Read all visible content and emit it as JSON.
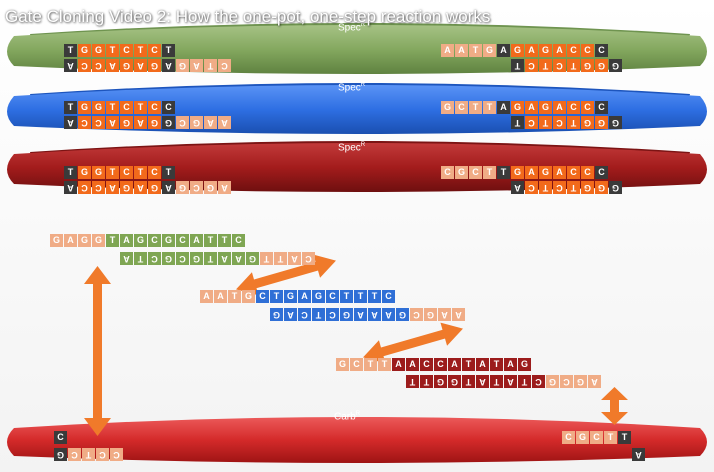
{
  "title": "Gate Cloning Video 2: How the one-pot, one-step reaction works",
  "colors": {
    "orange": "#f26a1b",
    "peach": "#f0ac86",
    "dark": "#3a3a3a",
    "green": "#7fa653",
    "blue": "#2f6fd6",
    "maroon": "#9c1c1c",
    "green_band": "#8fae6d",
    "blue_band": "#2e6fe3",
    "red_band": "#a31c1c",
    "carb_band": "#d42a2a",
    "arrow": "#f07a2a"
  },
  "bands": {
    "green": {
      "label": "Spec",
      "sup": "R"
    },
    "blue": {
      "label": "Spec",
      "sup": "R"
    },
    "red": {
      "label": "Spec",
      "sup": "R"
    },
    "carb": {
      "label": "Carb",
      "sup": "R"
    }
  },
  "sequences": [
    {
      "name": "green-left-top",
      "flip": false,
      "cells": [
        [
          "T",
          "dark"
        ],
        [
          "G",
          "orange"
        ],
        [
          "G",
          "orange"
        ],
        [
          "T",
          "orange"
        ],
        [
          "C",
          "orange"
        ],
        [
          "T",
          "orange"
        ],
        [
          "C",
          "orange"
        ],
        [
          "T",
          "dark"
        ]
      ]
    },
    {
      "name": "green-left-bottom",
      "flip": true,
      "cells": [
        [
          "A",
          "dark"
        ],
        [
          "C",
          "orange"
        ],
        [
          "C",
          "orange"
        ],
        [
          "A",
          "orange"
        ],
        [
          "G",
          "orange"
        ],
        [
          "A",
          "orange"
        ],
        [
          "G",
          "orange"
        ],
        [
          "A",
          "dark"
        ],
        [
          "G",
          "peach"
        ],
        [
          "A",
          "peach"
        ],
        [
          "T",
          "peach"
        ],
        [
          "C",
          "peach"
        ]
      ]
    },
    {
      "name": "green-right-top",
      "flip": false,
      "cells": [
        [
          "A",
          "peach"
        ],
        [
          "A",
          "peach"
        ],
        [
          "T",
          "peach"
        ],
        [
          "G",
          "peach"
        ],
        [
          "A",
          "dark"
        ],
        [
          "G",
          "orange"
        ],
        [
          "A",
          "orange"
        ],
        [
          "G",
          "orange"
        ],
        [
          "A",
          "orange"
        ],
        [
          "C",
          "orange"
        ],
        [
          "C",
          "orange"
        ],
        [
          "C",
          "dark"
        ]
      ]
    },
    {
      "name": "green-right-bottom",
      "flip": true,
      "cells": [
        [
          "T",
          "dark"
        ],
        [
          "C",
          "orange"
        ],
        [
          "T",
          "orange"
        ],
        [
          "C",
          "orange"
        ],
        [
          "T",
          "orange"
        ],
        [
          "G",
          "orange"
        ],
        [
          "G",
          "orange"
        ],
        [
          "G",
          "dark"
        ]
      ]
    },
    {
      "name": "blue-left-top",
      "flip": false,
      "cells": [
        [
          "T",
          "dark"
        ],
        [
          "G",
          "orange"
        ],
        [
          "G",
          "orange"
        ],
        [
          "T",
          "orange"
        ],
        [
          "C",
          "orange"
        ],
        [
          "T",
          "orange"
        ],
        [
          "C",
          "orange"
        ],
        [
          "C",
          "dark"
        ]
      ]
    },
    {
      "name": "blue-left-bottom",
      "flip": true,
      "cells": [
        [
          "A",
          "dark"
        ],
        [
          "C",
          "orange"
        ],
        [
          "C",
          "orange"
        ],
        [
          "A",
          "orange"
        ],
        [
          "G",
          "orange"
        ],
        [
          "A",
          "orange"
        ],
        [
          "G",
          "orange"
        ],
        [
          "G",
          "dark"
        ],
        [
          "C",
          "peach"
        ],
        [
          "G",
          "peach"
        ],
        [
          "A",
          "peach"
        ],
        [
          "A",
          "peach"
        ]
      ]
    },
    {
      "name": "blue-right-top",
      "flip": false,
      "cells": [
        [
          "G",
          "peach"
        ],
        [
          "C",
          "peach"
        ],
        [
          "T",
          "peach"
        ],
        [
          "T",
          "peach"
        ],
        [
          "A",
          "dark"
        ],
        [
          "G",
          "orange"
        ],
        [
          "A",
          "orange"
        ],
        [
          "G",
          "orange"
        ],
        [
          "A",
          "orange"
        ],
        [
          "C",
          "orange"
        ],
        [
          "C",
          "orange"
        ],
        [
          "C",
          "dark"
        ]
      ]
    },
    {
      "name": "blue-right-bottom",
      "flip": true,
      "cells": [
        [
          "T",
          "dark"
        ],
        [
          "C",
          "orange"
        ],
        [
          "T",
          "orange"
        ],
        [
          "C",
          "orange"
        ],
        [
          "T",
          "orange"
        ],
        [
          "G",
          "orange"
        ],
        [
          "G",
          "orange"
        ],
        [
          "G",
          "dark"
        ]
      ]
    },
    {
      "name": "red-left-top",
      "flip": false,
      "cells": [
        [
          "T",
          "dark"
        ],
        [
          "G",
          "orange"
        ],
        [
          "G",
          "orange"
        ],
        [
          "T",
          "orange"
        ],
        [
          "C",
          "orange"
        ],
        [
          "T",
          "orange"
        ],
        [
          "C",
          "orange"
        ],
        [
          "T",
          "dark"
        ]
      ]
    },
    {
      "name": "red-left-bottom",
      "flip": true,
      "cells": [
        [
          "A",
          "dark"
        ],
        [
          "C",
          "orange"
        ],
        [
          "C",
          "orange"
        ],
        [
          "A",
          "orange"
        ],
        [
          "G",
          "orange"
        ],
        [
          "A",
          "orange"
        ],
        [
          "G",
          "orange"
        ],
        [
          "A",
          "dark"
        ],
        [
          "G",
          "peach"
        ],
        [
          "C",
          "peach"
        ],
        [
          "G",
          "peach"
        ],
        [
          "A",
          "peach"
        ]
      ]
    },
    {
      "name": "red-right-top",
      "flip": false,
      "cells": [
        [
          "C",
          "peach"
        ],
        [
          "G",
          "peach"
        ],
        [
          "C",
          "peach"
        ],
        [
          "T",
          "peach"
        ],
        [
          "T",
          "dark"
        ],
        [
          "G",
          "orange"
        ],
        [
          "A",
          "orange"
        ],
        [
          "G",
          "orange"
        ],
        [
          "A",
          "orange"
        ],
        [
          "C",
          "orange"
        ],
        [
          "C",
          "orange"
        ],
        [
          "C",
          "dark"
        ]
      ]
    },
    {
      "name": "red-right-bottom",
      "flip": true,
      "cells": [
        [
          "A",
          "dark"
        ],
        [
          "C",
          "orange"
        ],
        [
          "T",
          "orange"
        ],
        [
          "C",
          "orange"
        ],
        [
          "T",
          "orange"
        ],
        [
          "G",
          "orange"
        ],
        [
          "G",
          "orange"
        ],
        [
          "G",
          "dark"
        ]
      ]
    },
    {
      "name": "frag1-top",
      "flip": false,
      "cells": [
        [
          "G",
          "peach"
        ],
        [
          "A",
          "peach"
        ],
        [
          "G",
          "peach"
        ],
        [
          "G",
          "peach"
        ],
        [
          "T",
          "green"
        ],
        [
          "A",
          "green"
        ],
        [
          "G",
          "green"
        ],
        [
          "C",
          "green"
        ],
        [
          "G",
          "green"
        ],
        [
          "C",
          "green"
        ],
        [
          "A",
          "green"
        ],
        [
          "T",
          "green"
        ],
        [
          "T",
          "green"
        ],
        [
          "C",
          "green"
        ]
      ]
    },
    {
      "name": "frag1-bottom",
      "flip": true,
      "cells": [
        [
          "A",
          "green"
        ],
        [
          "T",
          "green"
        ],
        [
          "C",
          "green"
        ],
        [
          "G",
          "green"
        ],
        [
          "C",
          "green"
        ],
        [
          "G",
          "green"
        ],
        [
          "T",
          "green"
        ],
        [
          "A",
          "green"
        ],
        [
          "A",
          "green"
        ],
        [
          "G",
          "green"
        ],
        [
          "T",
          "peach"
        ],
        [
          "T",
          "peach"
        ],
        [
          "A",
          "peach"
        ],
        [
          "C",
          "peach"
        ]
      ]
    },
    {
      "name": "frag2-top",
      "flip": false,
      "cells": [
        [
          "A",
          "peach"
        ],
        [
          "A",
          "peach"
        ],
        [
          "T",
          "peach"
        ],
        [
          "G",
          "peach"
        ],
        [
          "C",
          "blue"
        ],
        [
          "T",
          "blue"
        ],
        [
          "G",
          "blue"
        ],
        [
          "A",
          "blue"
        ],
        [
          "G",
          "blue"
        ],
        [
          "C",
          "blue"
        ],
        [
          "T",
          "blue"
        ],
        [
          "T",
          "blue"
        ],
        [
          "T",
          "blue"
        ],
        [
          "C",
          "blue"
        ]
      ]
    },
    {
      "name": "frag2-bottom",
      "flip": true,
      "cells": [
        [
          "G",
          "blue"
        ],
        [
          "A",
          "blue"
        ],
        [
          "C",
          "blue"
        ],
        [
          "T",
          "blue"
        ],
        [
          "C",
          "blue"
        ],
        [
          "G",
          "blue"
        ],
        [
          "A",
          "blue"
        ],
        [
          "A",
          "blue"
        ],
        [
          "A",
          "blue"
        ],
        [
          "G",
          "blue"
        ],
        [
          "C",
          "peach"
        ],
        [
          "G",
          "peach"
        ],
        [
          "A",
          "peach"
        ],
        [
          "A",
          "peach"
        ]
      ]
    },
    {
      "name": "frag3-top",
      "flip": false,
      "cells": [
        [
          "G",
          "peach"
        ],
        [
          "C",
          "peach"
        ],
        [
          "T",
          "peach"
        ],
        [
          "T",
          "peach"
        ],
        [
          "A",
          "maroon"
        ],
        [
          "A",
          "maroon"
        ],
        [
          "C",
          "maroon"
        ],
        [
          "C",
          "maroon"
        ],
        [
          "A",
          "maroon"
        ],
        [
          "T",
          "maroon"
        ],
        [
          "A",
          "maroon"
        ],
        [
          "T",
          "maroon"
        ],
        [
          "A",
          "maroon"
        ],
        [
          "G",
          "maroon"
        ]
      ]
    },
    {
      "name": "frag3-bottom",
      "flip": true,
      "cells": [
        [
          "T",
          "maroon"
        ],
        [
          "T",
          "maroon"
        ],
        [
          "G",
          "maroon"
        ],
        [
          "G",
          "maroon"
        ],
        [
          "T",
          "maroon"
        ],
        [
          "A",
          "maroon"
        ],
        [
          "T",
          "maroon"
        ],
        [
          "A",
          "maroon"
        ],
        [
          "T",
          "maroon"
        ],
        [
          "C",
          "maroon"
        ],
        [
          "G",
          "peach"
        ],
        [
          "C",
          "peach"
        ],
        [
          "G",
          "peach"
        ],
        [
          "A",
          "peach"
        ]
      ]
    },
    {
      "name": "carb-left-top",
      "flip": false,
      "cells": [
        [
          "C",
          "dark"
        ]
      ]
    },
    {
      "name": "carb-left-bottom",
      "flip": true,
      "cells": [
        [
          "G",
          "dark"
        ],
        [
          "C",
          "peach"
        ],
        [
          "T",
          "peach"
        ],
        [
          "C",
          "peach"
        ],
        [
          "C",
          "peach"
        ]
      ]
    },
    {
      "name": "carb-right-top",
      "flip": false,
      "cells": [
        [
          "C",
          "peach"
        ],
        [
          "G",
          "peach"
        ],
        [
          "C",
          "peach"
        ],
        [
          "T",
          "peach"
        ],
        [
          "T",
          "dark"
        ]
      ]
    },
    {
      "name": "carb-right-bottom",
      "flip": true,
      "cells": [
        [
          "A",
          "dark"
        ]
      ]
    }
  ]
}
